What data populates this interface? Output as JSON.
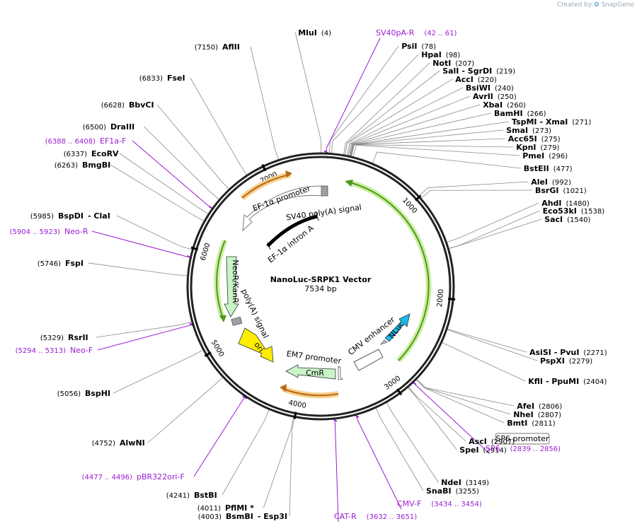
{
  "brand": {
    "created_by": "Created by",
    "app": "SnapGene"
  },
  "plasmid": {
    "name": "NanoLuc-SRPK1 Vector",
    "size_label": "7534 bp",
    "length": 7534
  },
  "ticks": [
    {
      "pos": 1000,
      "label": "1000"
    },
    {
      "pos": 2000,
      "label": "2000"
    },
    {
      "pos": 3000,
      "label": "3000"
    },
    {
      "pos": 4000,
      "label": "4000"
    },
    {
      "pos": 5000,
      "label": "5000"
    },
    {
      "pos": 6000,
      "label": "6000"
    },
    {
      "pos": 7000,
      "label": "7000"
    }
  ],
  "sites_right": [
    {
      "name": "MluI",
      "pos": "(4)"
    },
    {
      "name": "PsiI",
      "pos": "(78)"
    },
    {
      "name": "HpaI",
      "pos": "(98)"
    },
    {
      "name": "NotI",
      "pos": "(207)"
    },
    {
      "name": "SalI",
      "name2": "SgrDI",
      "pos": "(219)"
    },
    {
      "name": "AccI",
      "pos": "(220)"
    },
    {
      "name": "BsiWI",
      "pos": "(240)"
    },
    {
      "name": "AvrII",
      "pos": "(250)"
    },
    {
      "name": "XbaI",
      "pos": "(260)"
    },
    {
      "name": "BamHI",
      "pos": "(266)"
    },
    {
      "name": "TspMI",
      "name2": "XmaI",
      "pos": "(271)"
    },
    {
      "name": "SmaI",
      "pos": "(273)"
    },
    {
      "name": "Acc65I",
      "pos": "(275)"
    },
    {
      "name": "KpnI",
      "pos": "(279)"
    },
    {
      "name": "PmeI",
      "pos": "(296)"
    },
    {
      "name": "BstEII",
      "pos": "(477)"
    },
    {
      "name": "AleI",
      "pos": "(992)"
    },
    {
      "name": "BsrGI",
      "pos": "(1021)"
    },
    {
      "name": "AhdI",
      "pos": "(1480)"
    },
    {
      "name": "Eco53kI",
      "pos": "(1538)"
    },
    {
      "name": "SacI",
      "pos": "(1540)"
    },
    {
      "name": "AsiSI",
      "name2": "PvuI",
      "pos": "(2271)"
    },
    {
      "name": "PspXI",
      "pos": "(2279)"
    },
    {
      "name": "KflI",
      "name2": "PpuMI",
      "pos": "(2404)"
    },
    {
      "name": "AfeI",
      "pos": "(2806)"
    },
    {
      "name": "NheI",
      "pos": "(2807)"
    },
    {
      "name": "BmtI",
      "pos": "(2811)"
    },
    {
      "name": "AscI",
      "pos": "(2907)"
    },
    {
      "name": "SpeI",
      "pos": "(2914)"
    },
    {
      "name": "NdeI",
      "pos": "(3149)"
    },
    {
      "name": "SnaBI",
      "pos": "(3255)"
    }
  ],
  "sites_left": [
    {
      "name": "AflII",
      "pos": "(7150)"
    },
    {
      "name": "FseI",
      "pos": "(6833)"
    },
    {
      "name": "BbvCI",
      "pos": "(6628)"
    },
    {
      "name": "DraIII",
      "pos": "(6500)"
    },
    {
      "name": "EcoRV",
      "pos": "(6337)"
    },
    {
      "name": "BmgBI",
      "pos": "(6263)"
    },
    {
      "name": "BspDI",
      "name2": "ClaI",
      "pos": "(5985)"
    },
    {
      "name": "FspI",
      "pos": "(5746)"
    },
    {
      "name": "RsrII",
      "pos": "(5329)"
    },
    {
      "name": "BspHI",
      "pos": "(5056)"
    },
    {
      "name": "AlwNI",
      "pos": "(4752)"
    },
    {
      "name": "BstBI",
      "pos": "(4241)"
    },
    {
      "name": "PflMI *",
      "pos": "(4011)"
    },
    {
      "name": "BsmBI",
      "name2": "Esp3I",
      "pos": "(4003)"
    }
  ],
  "primers": [
    {
      "name": "SV40pA-R",
      "pos": "(42 .. 61)"
    },
    {
      "name": "EF1a-F",
      "pos": "(6388 .. 6408)"
    },
    {
      "name": "Neo-R",
      "pos": "(5904 .. 5923)"
    },
    {
      "name": "Neo-F",
      "pos": "(5294 .. 5313)"
    },
    {
      "name": "pBR322ori-F",
      "pos": "(4477 .. 4496)"
    },
    {
      "name": "CAT-R",
      "pos": "(3632 .. 3651)"
    },
    {
      "name": "CMV-F",
      "pos": "(3434 .. 3454)"
    },
    {
      "name": "SP6",
      "pos": "(2839 .. 2856)"
    }
  ],
  "promoter_box": "SP6 promoter",
  "features": {
    "ef1a_promoter": "EF-1α promoter",
    "sv40_polya": "SV40 poly(A) signal",
    "ef1a_intron": "EF-1α intron A",
    "neor": "NeoR/KanR",
    "polya": "poly(A) signal",
    "ori": "ori",
    "em7": "EM7 promoter",
    "cmr": "CmR",
    "cmv": "CMV enhancer",
    "nluc": "NLuc"
  },
  "colors": {
    "primer": "#9b1bd3",
    "nluc": "#19b8e8",
    "ori": "#ffee00",
    "marker": "#c8f5c8",
    "orf_green": "#4d9a16",
    "orf_brown": "#b86a10",
    "orf_halo_green": "#cdeea6",
    "orf_halo_orange": "#f6cf8f"
  }
}
